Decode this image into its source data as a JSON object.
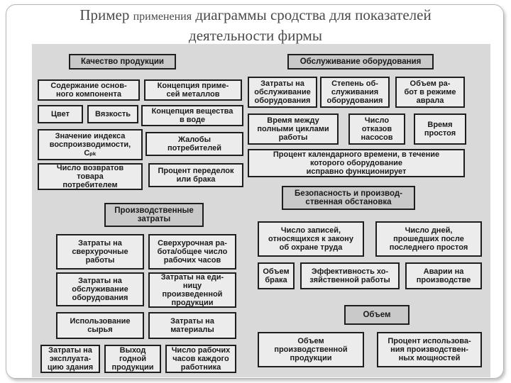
{
  "slide": {
    "title_line1_a": "Пример ",
    "title_line1_b": "применения",
    "title_line1_c": " диаграммы сродства для показателей",
    "title_line2": "деятельности фирмы"
  },
  "diagram": {
    "groups": [
      {
        "key": "quality",
        "header": "Качество продукции",
        "items": [
          "Содержание основ-\nного компонента",
          "Концепция приме-\nсей металлов",
          "Цвет",
          "Вязкость",
          "Концепция вещества\nв воде",
          "Значение индекса\nвоспроизводимости,\nCₚₖ",
          "Жалобы\nпотребителей",
          "Число возвратов\nтовара\nпотребителем",
          "Процент переделок\nили брака"
        ]
      },
      {
        "key": "maintenance",
        "header": "Обслуживание оборудования",
        "items": [
          "Затраты на\nобслуживание\nоборудования",
          "Степень об-\nслуживания\nоборудования",
          "Объем ра-\nбот в режиме\nаврала",
          "Время между\nполными циклами\nработы",
          "Число\nотказов\nнасосов",
          "Время\nпростоя",
          "Процент календарного времени, в течение\nкоторого оборудование\nисправно функционирует"
        ]
      },
      {
        "key": "safety",
        "header": "Безопасность и производ-\nственная обстановка",
        "items": [
          "Число записей,\nотносящихся к закону\nоб охране труда",
          "Число дней,\nпрошедших после\nпоследнего простоя",
          "Объем\nбрака",
          "Эффективность хо-\nзяйственной работы",
          "Аварии на\nпроизводстве"
        ]
      },
      {
        "key": "costs",
        "header": "Производственные\nзатраты",
        "items": [
          "Затраты на\nсверхурочные\nработы",
          "Сверхурочная ра-\nбота/общее число\nрабочих часов",
          "Затраты на\nобслуживание\nоборудования",
          "Затраты на еди-\nницу\nпроизведенной\nпродукции",
          "Использование\nсырья",
          "Затраты на\nматериалы",
          "Затраты на\nэксплуата-\nцию здания",
          "Выход\nгодной\nпродукции",
          "Число рабочих\nчасов каждого\nработника"
        ]
      },
      {
        "key": "volume",
        "header": "Объем",
        "items": [
          "Объем\nпроизводственной\nпродукции",
          "Процент использова-\nния производствен-\nных мощностей"
        ]
      }
    ]
  }
}
